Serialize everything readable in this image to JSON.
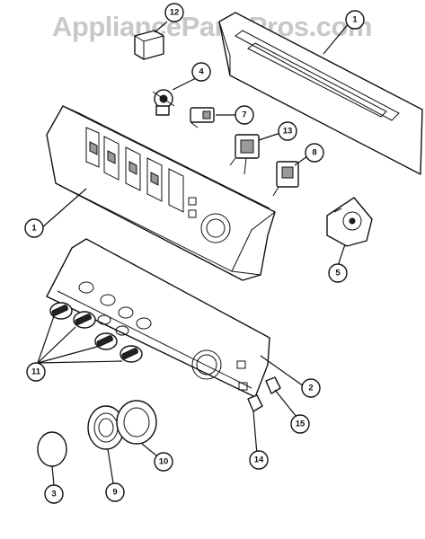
{
  "watermark": "AppliancePartsPros.com",
  "callouts": {
    "c1": "1",
    "c2": "2",
    "c3": "3",
    "c4": "4",
    "c5": "5",
    "c7": "7",
    "c8": "8",
    "c9": "9",
    "c10": "10",
    "c11": "11",
    "c12": "12",
    "c13": "13",
    "c14": "14",
    "c15": "15",
    "c16": "1"
  }
}
